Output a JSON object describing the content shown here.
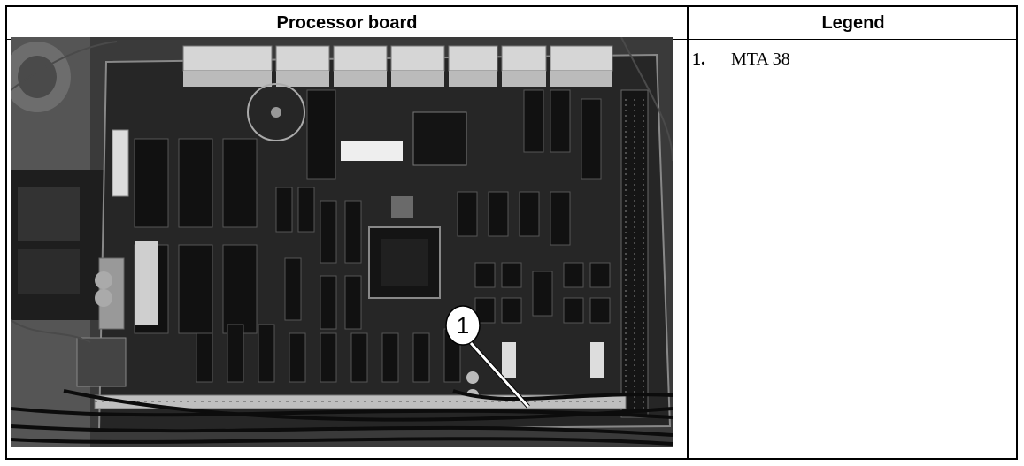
{
  "header": {
    "left_title": "Processor board",
    "right_title": "Legend"
  },
  "photo": {
    "callout_number": "1"
  },
  "legend": {
    "items": [
      {
        "number": "1.",
        "label": "MTA 38"
      }
    ]
  }
}
